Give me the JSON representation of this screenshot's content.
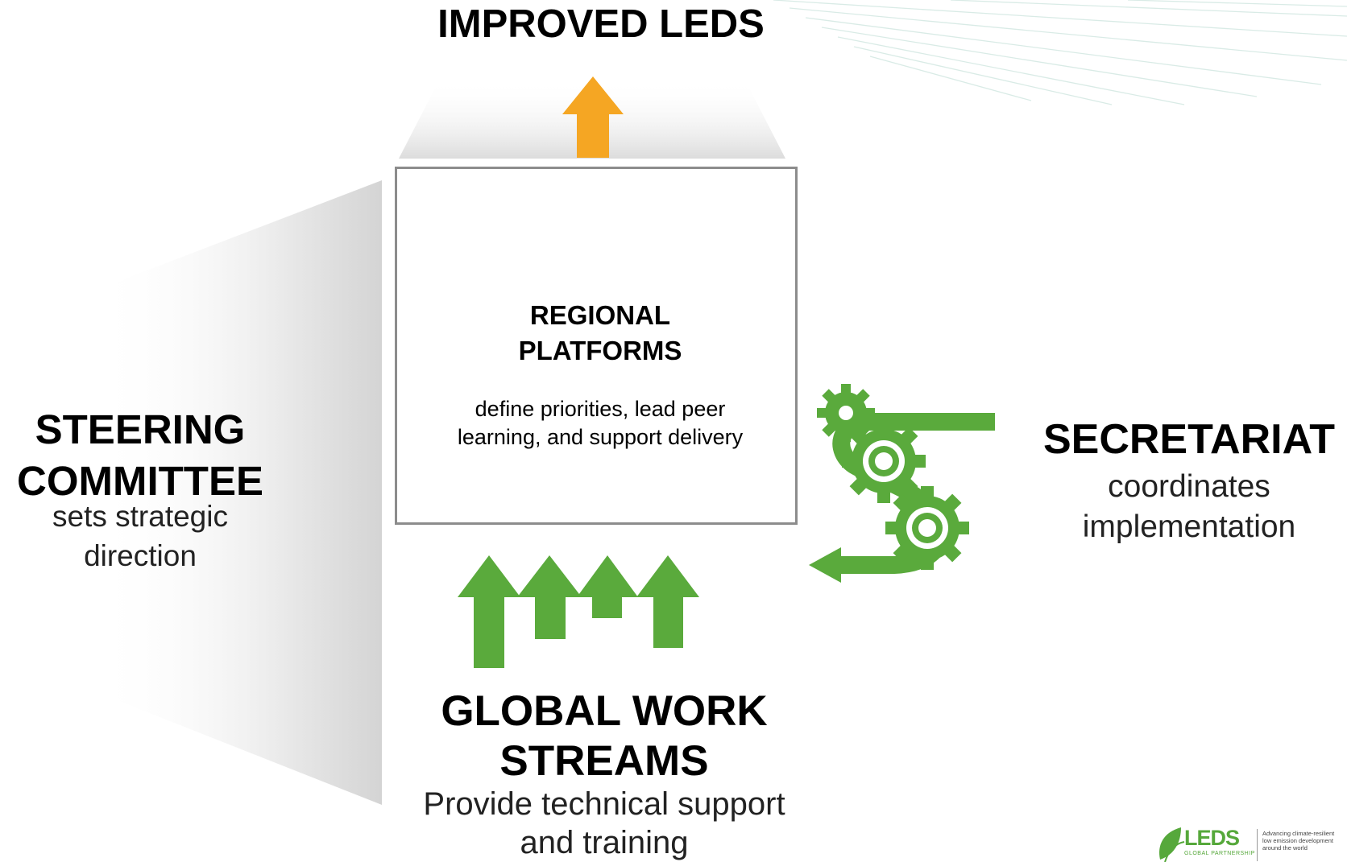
{
  "improved": {
    "title": "IMPROVED LEDS"
  },
  "regional": {
    "title": "REGIONAL PLATFORMS",
    "description": "define priorities, lead peer learning, and support delivery"
  },
  "steering": {
    "title": "STEERING COMMITTEE",
    "description": "sets strategic direction"
  },
  "secretariat": {
    "title": "SECRETARIAT",
    "description": "coordinates implementation"
  },
  "global": {
    "title": "GLOBAL WORK STREAMS",
    "description": "Provide technical support and training"
  },
  "logo": {
    "name": "LEDS",
    "sub": "GLOBAL PARTNERSHIP",
    "tagline": "Advancing climate-resilient low emission development around the world"
  },
  "colors": {
    "accent_orange": "#f5a623",
    "accent_green": "#5aaa3c",
    "box_border": "#8c8c8c"
  },
  "icons": [
    "world-map-icon",
    "gears-icon",
    "up-arrow-icon",
    "leaf-icon"
  ]
}
